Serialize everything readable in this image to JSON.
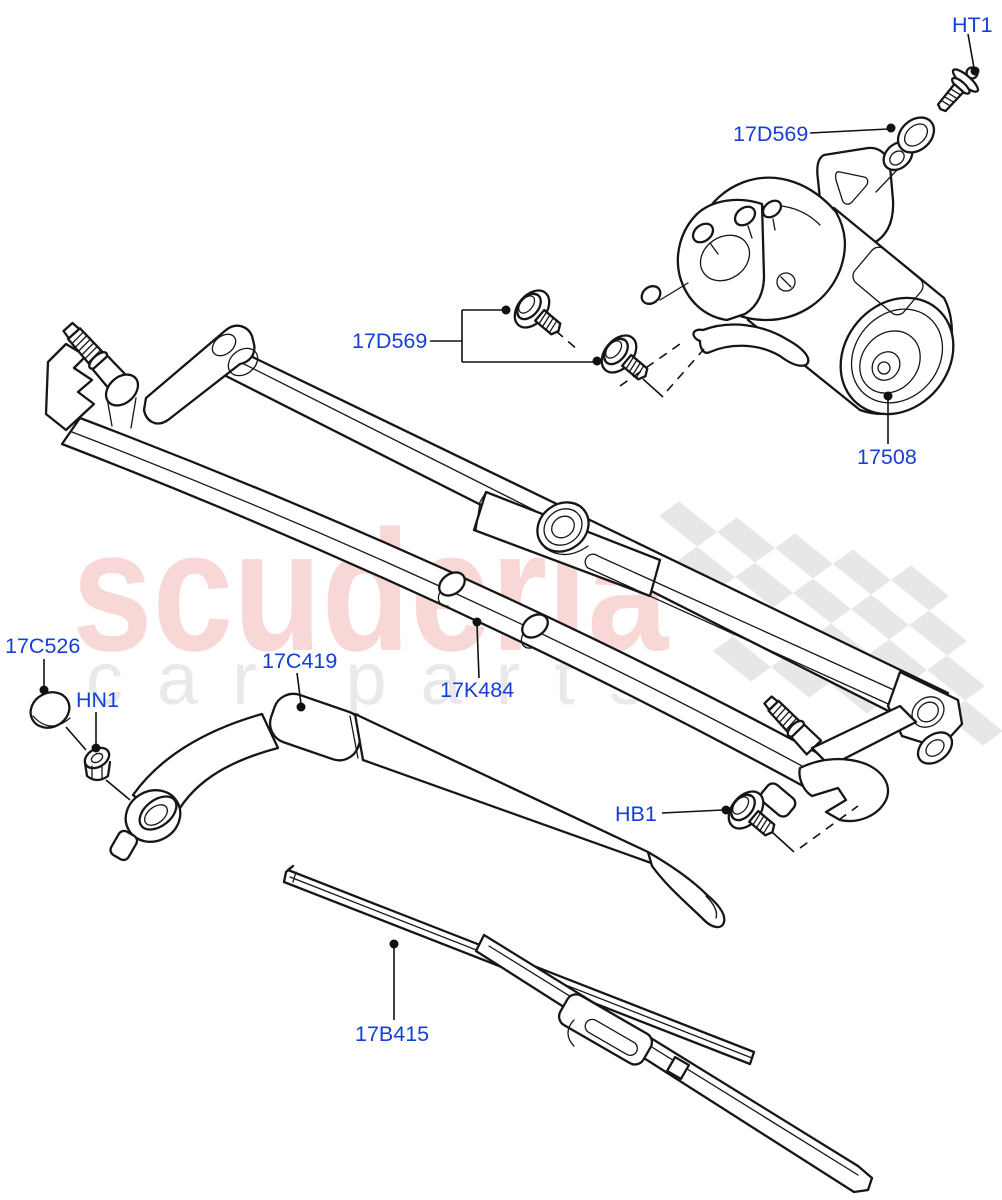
{
  "watermark": {
    "brand": "scuderia",
    "subtitle": "car parts",
    "brand_color": "#f8d7d7",
    "subtitle_color": "#e9e9ec",
    "flag_color": "#e7e7ea"
  },
  "diagram": {
    "type": "exploded-parts-diagram",
    "subject": "windscreen wiper motor, linkage, arm and blade",
    "line_color": "#161616",
    "label_color": "#1540d5",
    "labels": [
      {
        "id": "ht1",
        "text": "HT1"
      },
      {
        "id": "17d569-top",
        "text": "17D569"
      },
      {
        "id": "17508",
        "text": "17508"
      },
      {
        "id": "17d569-mid",
        "text": "17D569"
      },
      {
        "id": "17c526",
        "text": "17C526"
      },
      {
        "id": "hn1",
        "text": "HN1"
      },
      {
        "id": "17c419",
        "text": "17C419"
      },
      {
        "id": "17k484",
        "text": "17K484"
      },
      {
        "id": "hb1",
        "text": "HB1"
      },
      {
        "id": "17b415",
        "text": "17B415"
      }
    ]
  }
}
